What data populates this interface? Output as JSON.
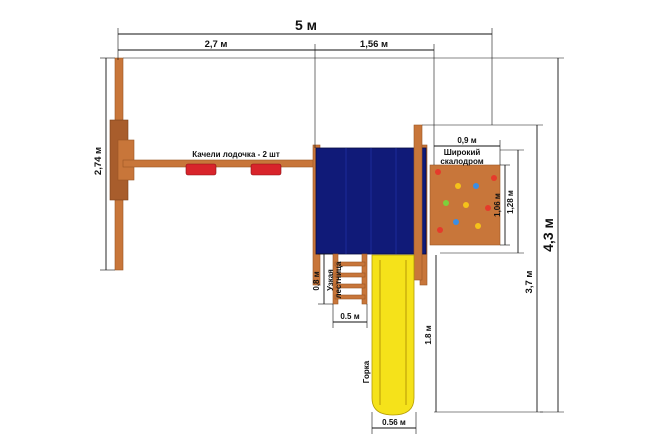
{
  "dimensions": {
    "total_width": "5 м",
    "swing_beam_length": "2,7 м",
    "tower_to_wall": "1,56 м",
    "swing_width": "2,74 м",
    "wall_width": "0,9 м",
    "wall_inner_height": "1,06 м",
    "wall_outer_height": "1,28 м",
    "ladder_length": "0,8 м",
    "ladder_width": "0.5 м",
    "slide_length": "1.8 м",
    "slide_width": "0.56 м",
    "right_depth": "3,7 м",
    "total_depth": "4,3 м"
  },
  "labels": {
    "swings": "Качели лодочка - 2 шт",
    "wall_line1": "Широкий",
    "wall_line2": "скалодром",
    "ladder_line1": "Узкая",
    "ladder_line2": "лестница",
    "slide": "Горка"
  },
  "colors": {
    "wood": "#c8763a",
    "roof": "#101a78",
    "slide": "#f5e21a",
    "swing_seat": "#d8242b"
  }
}
